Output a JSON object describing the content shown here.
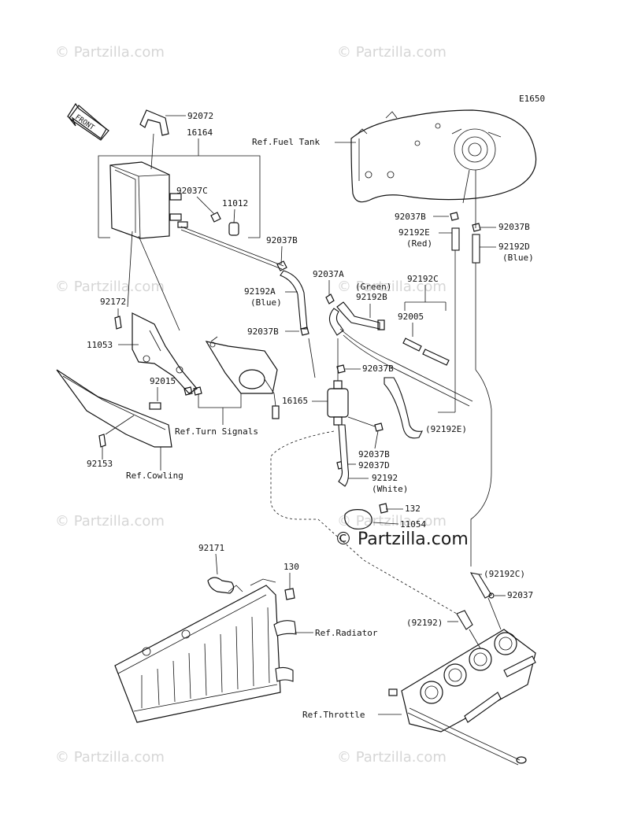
{
  "watermark": {
    "text": "© Partzilla.com",
    "main_text": "© Partzilla.com"
  },
  "diagram": {
    "code": "E1650",
    "front_label": "FRONT"
  },
  "labels": {
    "p92072": "92072",
    "p16164": "16164",
    "p92037C": "92037C",
    "p11012": "11012",
    "p92037B_a": "92037B",
    "p92172": "92172",
    "p11053": "11053",
    "p92015": "92015",
    "p92153": "92153",
    "ref_turn": "Ref.Turn Signals",
    "ref_cowling": "Ref.Cowling",
    "ref_fuel_tank": "Ref.Fuel Tank",
    "p92037B_tank1": "92037B",
    "p92037B_tank2": "92037B",
    "p92192E": "92192E",
    "red": "(Red)",
    "p92192D": "92192D",
    "blue2": "(Blue)",
    "p92037A": "92037A",
    "green": "(Green)",
    "p92192C": "92192C",
    "p92192A": "92192A",
    "blue1": "(Blue)",
    "p92192B": "92192B",
    "p92005": "92005",
    "p92037B_b": "92037B",
    "p92037B_c": "92037B",
    "p16165": "16165",
    "p92192E_paren": "(92192E)",
    "p92037B_d": "92037B",
    "p92037D": "92037D",
    "p92192": "92192",
    "white": "(White)",
    "p132": "132",
    "p11054": "11054",
    "p92171": "92171",
    "p130": "130",
    "ref_radiator": "Ref.Radiator",
    "p92192C_paren": "(92192C)",
    "p92037": "92037",
    "p92192_paren": "(92192)",
    "ref_throttle": "Ref.Throttle"
  }
}
